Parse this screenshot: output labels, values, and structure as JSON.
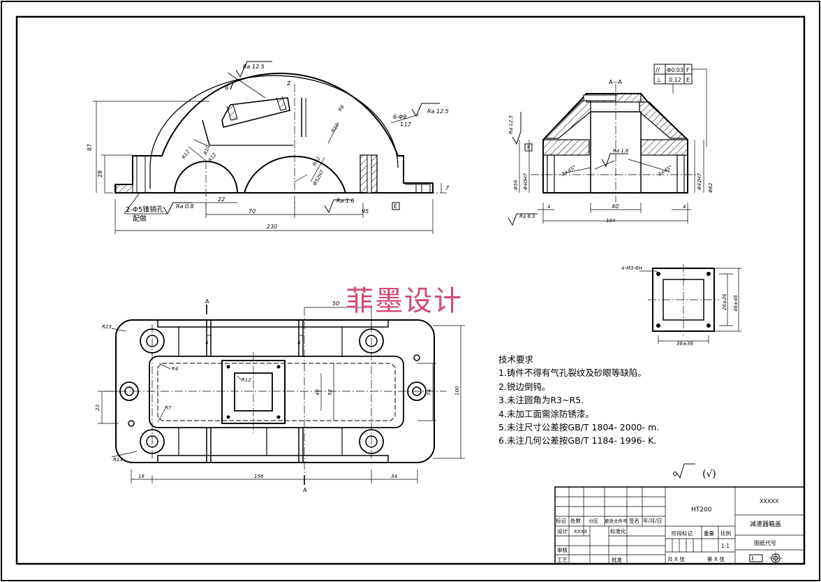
{
  "watermark": "菲墨设计",
  "tech_requirements": {
    "heading": "技术要求",
    "items": [
      "1.铸件不得有气孔裂纹及砂眼等缺陷。",
      "2.锐边倒钝。",
      "3.未注圆角为R3~R5.",
      "4.未加工面需涂防锈漆。",
      "5.未注尺寸公差按GB/T 1804- 2000- m.",
      "6.未注几何公差按GB/T 1184- 1996- K."
    ]
  },
  "roughness_note": "(√)",
  "front_view": {
    "roughness": [
      "Ra 12.5",
      "Ra 12.5",
      "Ra 0.8",
      "Ra 1.6"
    ],
    "dims": [
      "87",
      "28",
      "22",
      "70",
      "95",
      "230",
      "7",
      "R12",
      "R10",
      "R12",
      "R6",
      "R42",
      "Φ52H7",
      "R10"
    ],
    "hole_note": "6-Φ9",
    "hole_depth": "↧17",
    "label_B": "B",
    "label_Z": "Z",
    "pin_note": "2-Φ5锥销孔",
    "pin_note2": "配做",
    "datum_E": "E"
  },
  "section_view": {
    "title": "A—A",
    "fcf": [
      "//",
      "Φ0.03",
      "F",
      "⊥",
      "0.12",
      "E"
    ],
    "roughness": [
      "Ra 12.5",
      "Ra 1.6",
      "Ra 6.3"
    ],
    "datum_F": "F",
    "dims": [
      "Φ56",
      "Φ40H7",
      "Φ42H7",
      "Φ82",
      "40",
      "104",
      "4",
      "4",
      "3×45°",
      "3×45°"
    ]
  },
  "flange_view": {
    "thread_note": "4-M3-6H",
    "dims": [
      "26±26",
      "46±46",
      "36±36"
    ]
  },
  "top_view": {
    "label_A": "A",
    "dims": [
      "50",
      "R23",
      "R4",
      "R12",
      "R7",
      "R13",
      "23",
      "40",
      "52",
      "74",
      "100",
      "16",
      "156",
      "34",
      "4",
      "4"
    ]
  },
  "title_block": {
    "material": "HT200",
    "company": "XXXXX",
    "part_name": "减速器箱盖",
    "drawing_no_label": "图纸代号",
    "header_labels": [
      "标记",
      "处数",
      "分区",
      "更改文件号",
      "签名",
      "年/月/日"
    ],
    "design_label": "设计",
    "designer": "XXXX",
    "standardize_label": "标准化",
    "stage_label": "阶段标记",
    "weight_label": "重量",
    "scale_label": "比例",
    "scale_value": "1:1",
    "review_label": "审核",
    "process_label": "工艺",
    "approve_label": "批准",
    "sheet_total": "共 X 张",
    "sheet_no": "第 X 张"
  }
}
